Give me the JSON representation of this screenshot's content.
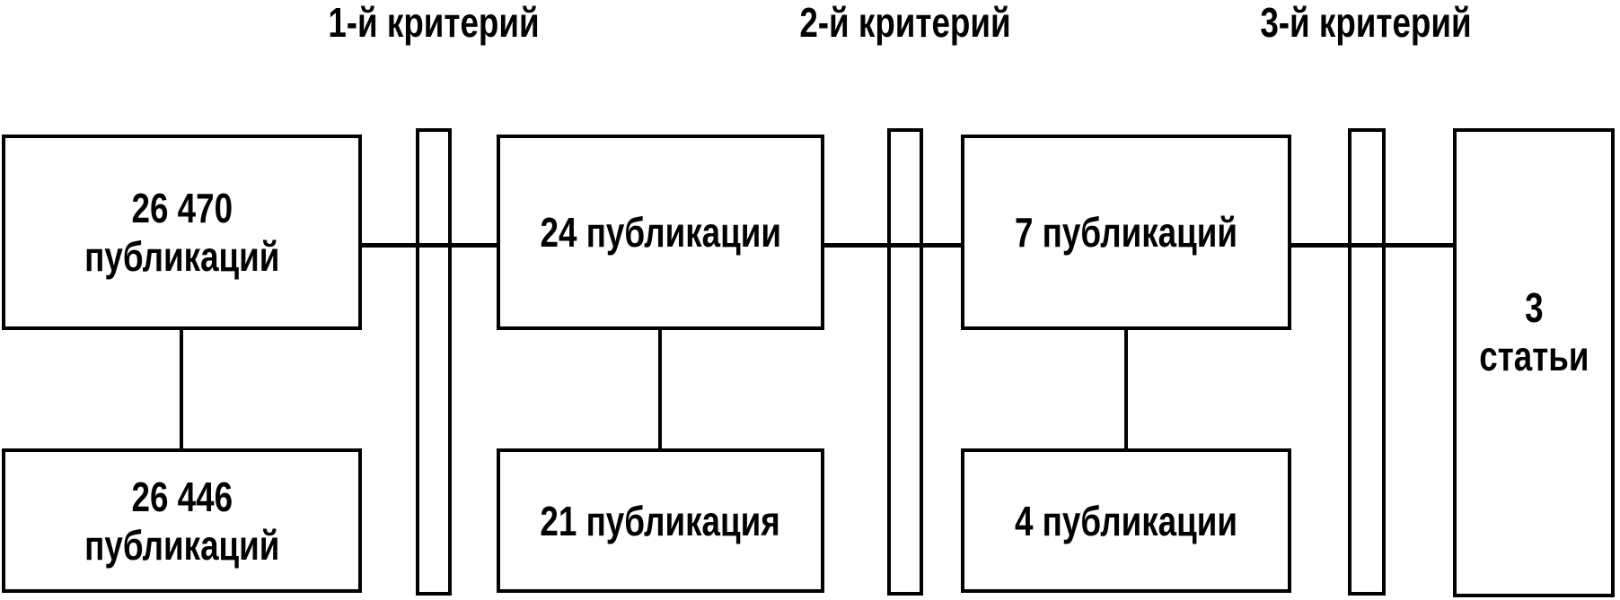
{
  "figure": {
    "background_color": "#ffffff",
    "stroke_color": "#000000",
    "criteria": [
      {
        "label": "1-й критерий"
      },
      {
        "label": "2-й критерий"
      },
      {
        "label": "3-й критерий"
      }
    ],
    "stages": [
      {
        "included": {
          "line1": "26 470",
          "line2": "публикаций"
        },
        "excluded": {
          "line1": "26 446",
          "line2": "публикаций"
        }
      },
      {
        "included": {
          "line1": "24 публикации",
          "line2": ""
        },
        "excluded": {
          "line1": "21 публикация",
          "line2": ""
        }
      },
      {
        "included": {
          "line1": "7 публикаций",
          "line2": ""
        },
        "excluded": {
          "line1": "4 публикации",
          "line2": ""
        }
      }
    ],
    "result": {
      "line1": "3",
      "line2": "статьи"
    }
  }
}
